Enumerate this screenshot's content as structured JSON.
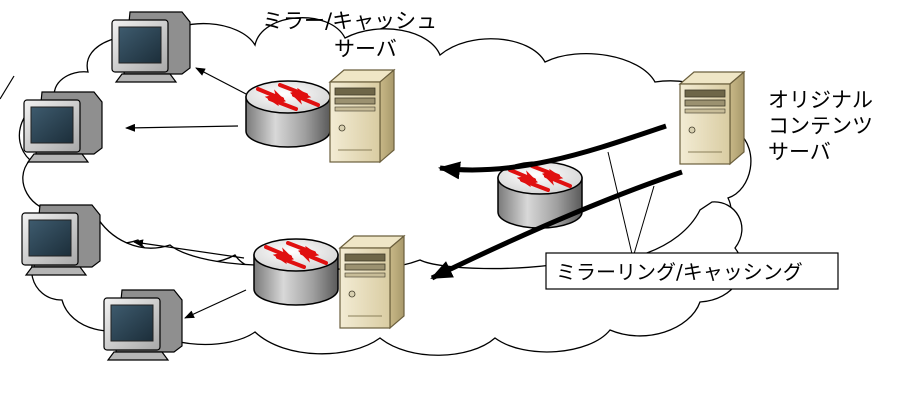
{
  "mirror_server": {
    "line1": "ミラー/キャッシュ",
    "line2": "サーバ"
  },
  "origin_server": {
    "line1": "オリジナル",
    "line2": "コンテンツ",
    "line3": "サーバ"
  },
  "callout": {
    "text": "ミラーリング/キャッシング"
  },
  "colors": {
    "router_arrow": "#e01010",
    "cloud_stroke": "#000000",
    "server_body": "#e9dfc0",
    "monitor_body": "#c8c8c8"
  }
}
